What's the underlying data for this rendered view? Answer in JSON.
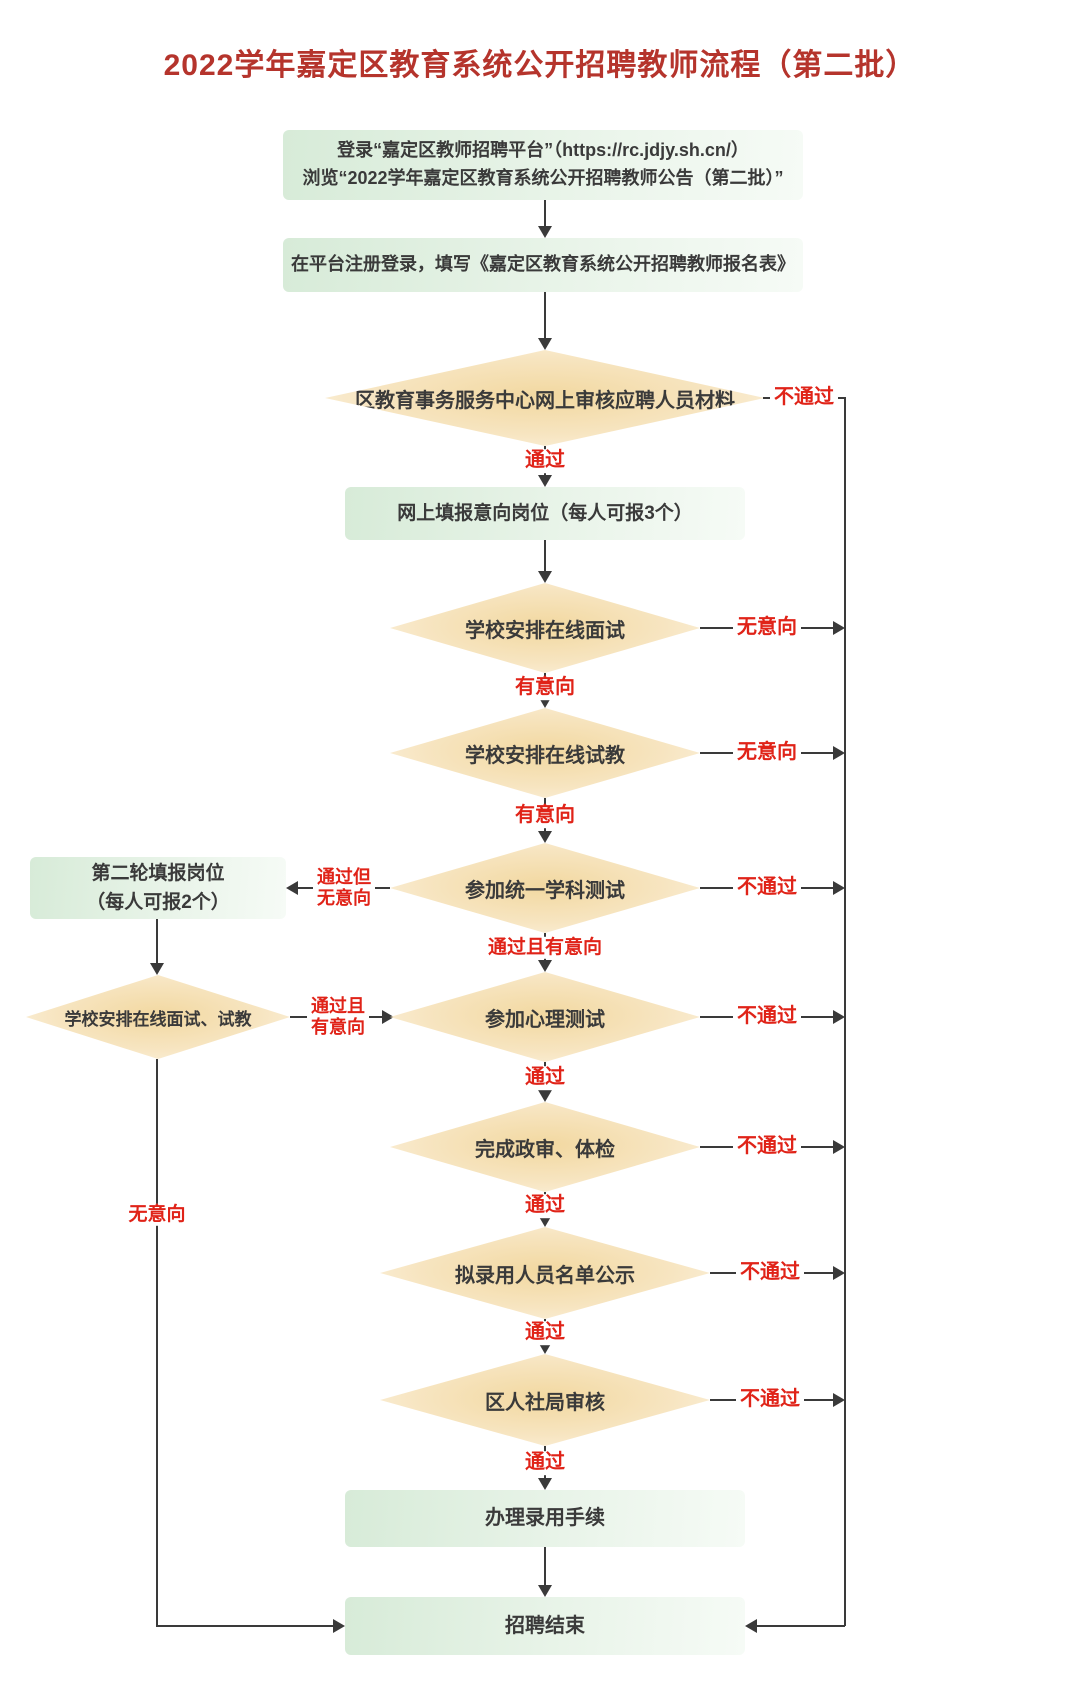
{
  "title": "2022学年嘉定区教育系统公开招聘教师流程（第二批）",
  "colors": {
    "title_red": "#b5342c",
    "edge_label_red": "#e02318",
    "box_green": "#d7ebd8",
    "diamond_orange": "#f2d8a0",
    "line_ink": "#3a3a3a"
  },
  "nodes": {
    "login": {
      "text": "登录“嘉定区教师招聘平台”（https://rc.jdjy.sh.cn/）\n浏览“2022学年嘉定区教育系统公开招聘教师公告（第二批）”"
    },
    "register": {
      "text": "在平台注册登录，填写《嘉定区教育系统公开招聘教师报名表》"
    },
    "material_review": {
      "text": "区教育事务服务中心网上审核应聘人员材料"
    },
    "fill_positions": {
      "text": "网上填报意向岗位（每人可报3个）"
    },
    "online_interview": {
      "text": "学校安排在线面试"
    },
    "online_trial": {
      "text": "学校安排在线试教"
    },
    "subject_test": {
      "text": "参加统一学科测试"
    },
    "second_round": {
      "text": "第二轮填报岗位\n（每人可报2个）"
    },
    "second_interview": {
      "text": "学校安排在线面试、试教"
    },
    "psych_test": {
      "text": "参加心理测试"
    },
    "political_review": {
      "text": "完成政审、体检"
    },
    "publicity": {
      "text": "拟录用人员名单公示"
    },
    "hr_bureau_review": {
      "text": "区人社局审核"
    },
    "procedures": {
      "text": "办理录用手续"
    },
    "end": {
      "text": "招聘结束"
    }
  },
  "labels": {
    "pass": "通过",
    "fail": "不通过",
    "has_intent": "有意向",
    "no_intent": "无意向",
    "pass_and_intent": "通过且有意向",
    "pass_but_no_intent": "通过但\n无意向",
    "pass_and_intent_wrap": "通过且\n有意向"
  }
}
